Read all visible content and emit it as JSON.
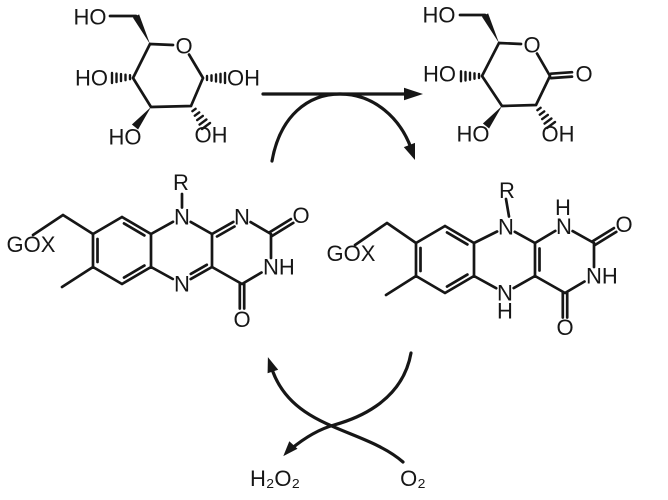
{
  "colors": {
    "ink": "#161616",
    "background": "#ffffff"
  },
  "glucose": {
    "ho_ch2": "HO",
    "ring_o": "O",
    "oh_anomeric": "OH",
    "ho_c4": "HO",
    "ho_c3": "HO",
    "oh_c2": "OH"
  },
  "lactone": {
    "ho_ch2": "HO",
    "ring_o": "O",
    "carbonyl_o": "O",
    "ho_c4": "HO",
    "ho_c3": "HO",
    "oh_c2": "OH"
  },
  "flavin_ox": {
    "r": "R",
    "gox": "GOX",
    "n10": "N",
    "n1": "N",
    "o_c2": "O",
    "nh": "NH",
    "o_c4": "O",
    "n5": "N"
  },
  "flavin_red": {
    "r": "R",
    "gox": "GOX",
    "n10": "N",
    "h_n1": "H",
    "n1": "N",
    "o_c2": "O",
    "nh": "NH",
    "o_c4": "O",
    "n5": "N",
    "h_n5": "H"
  },
  "cycle": {
    "peroxide": "H₂O₂",
    "oxygen": "O₂"
  }
}
